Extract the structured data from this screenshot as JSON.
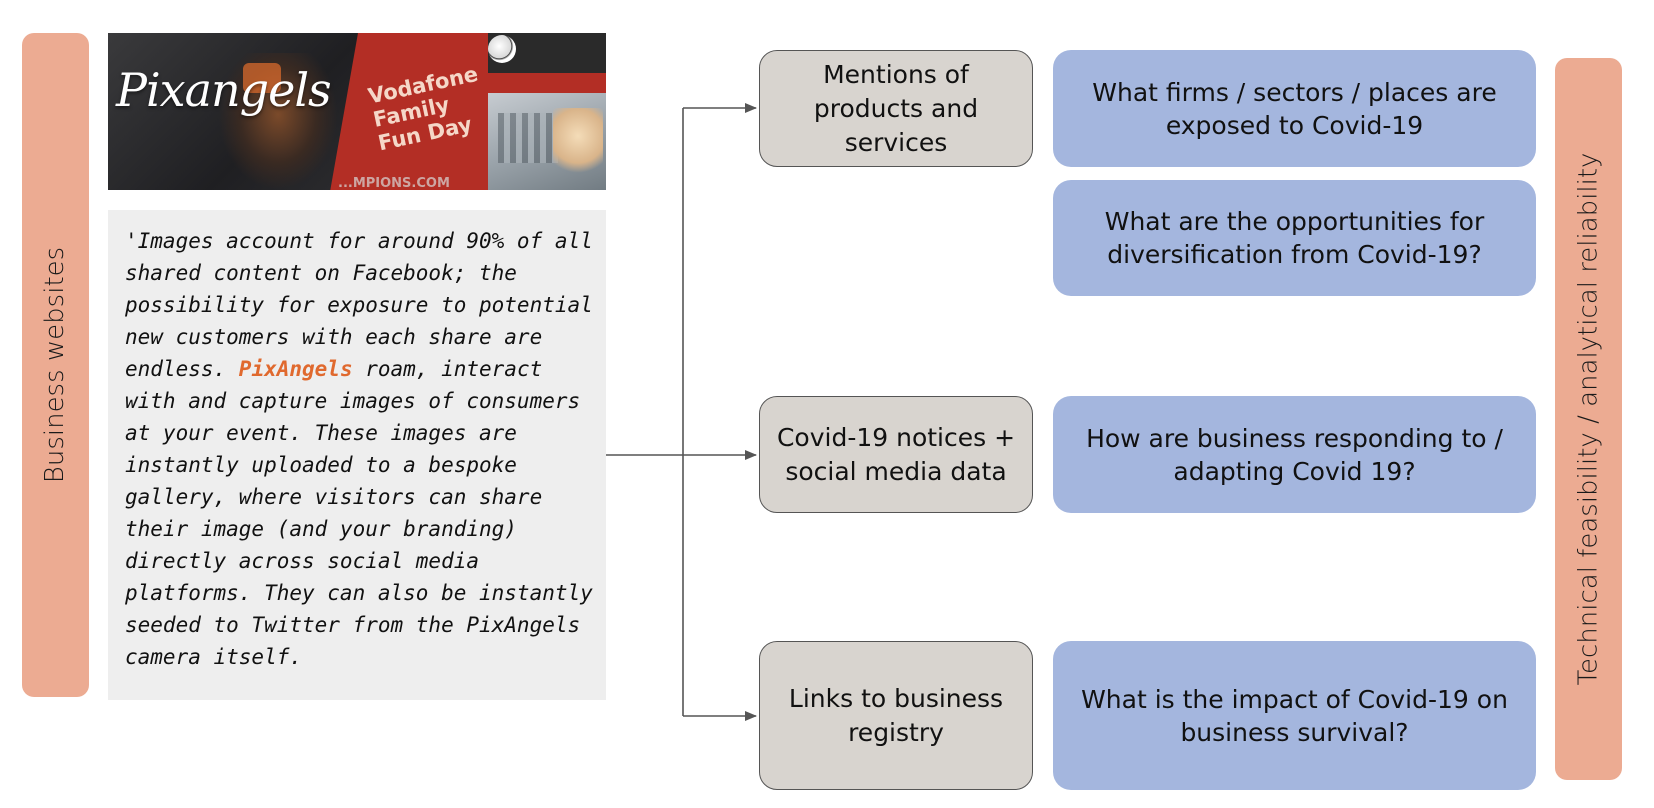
{
  "left_label": "Business websites",
  "right_label": "Technical feasibility / analytical reliability",
  "photo": {
    "logo_text": "Pixangels",
    "banner_lines": [
      "Vodafone",
      "Family",
      "Fun Day"
    ],
    "footer_text": "...MPIONS.COM"
  },
  "quote": {
    "before": "'Images account for around 90% of all shared content on Facebook; the possibility for exposure to potential new customers with each share are endless. ",
    "highlight": "PixAngels",
    "after": " roam, interact with and capture images of consumers at your event. These images are instantly uploaded to a bespoke gallery, where visitors can share their image (and your branding) directly across social media platforms. They can also be instantly seeded to Twitter from the PixAngels camera itself.",
    "highlight_color": "#e0692e"
  },
  "data_sources": [
    "Mentions of products and services",
    "Covid-19 notices + social media data",
    "Links to business registry"
  ],
  "questions": [
    "What firms / sectors / places are exposed to Covid-19",
    "What are the opportunities for diversification from Covid-19?",
    "How are business responding to / adapting Covid 19?",
    "What is the impact of Covid-19 on business survival?"
  ],
  "colors": {
    "side_bar": "#ecab92",
    "data_source_box": "#d8d4cf",
    "question_box": "#a4b6de",
    "quote_background": "#eeeeee"
  }
}
